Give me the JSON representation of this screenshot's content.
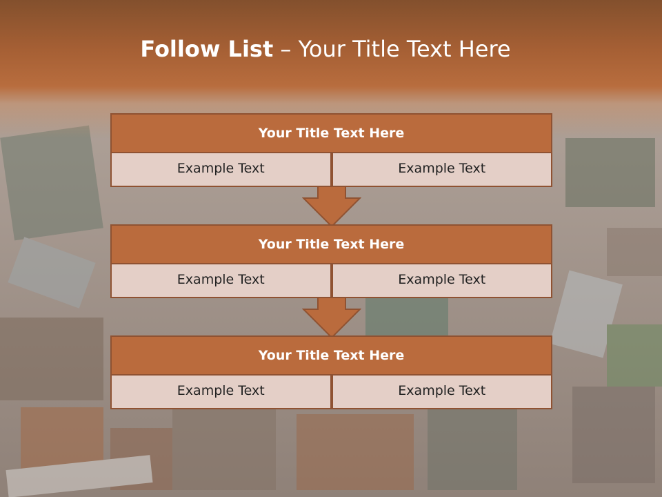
{
  "slide": {
    "title_bold": "Follow List",
    "title_rest": " – Your Title Text Here"
  },
  "colors": {
    "header": "#a55f34",
    "box_head": "#ba6b3d",
    "box_cell": "#e4cfc7",
    "border": "#8f5232"
  },
  "blocks": [
    {
      "title": "Your Title Text Here",
      "left": "Example Text",
      "right": "Example Text"
    },
    {
      "title": "Your Title Text Here",
      "left": "Example Text",
      "right": "Example Text"
    },
    {
      "title": "Your Title Text Here",
      "left": "Example Text",
      "right": "Example Text"
    }
  ]
}
